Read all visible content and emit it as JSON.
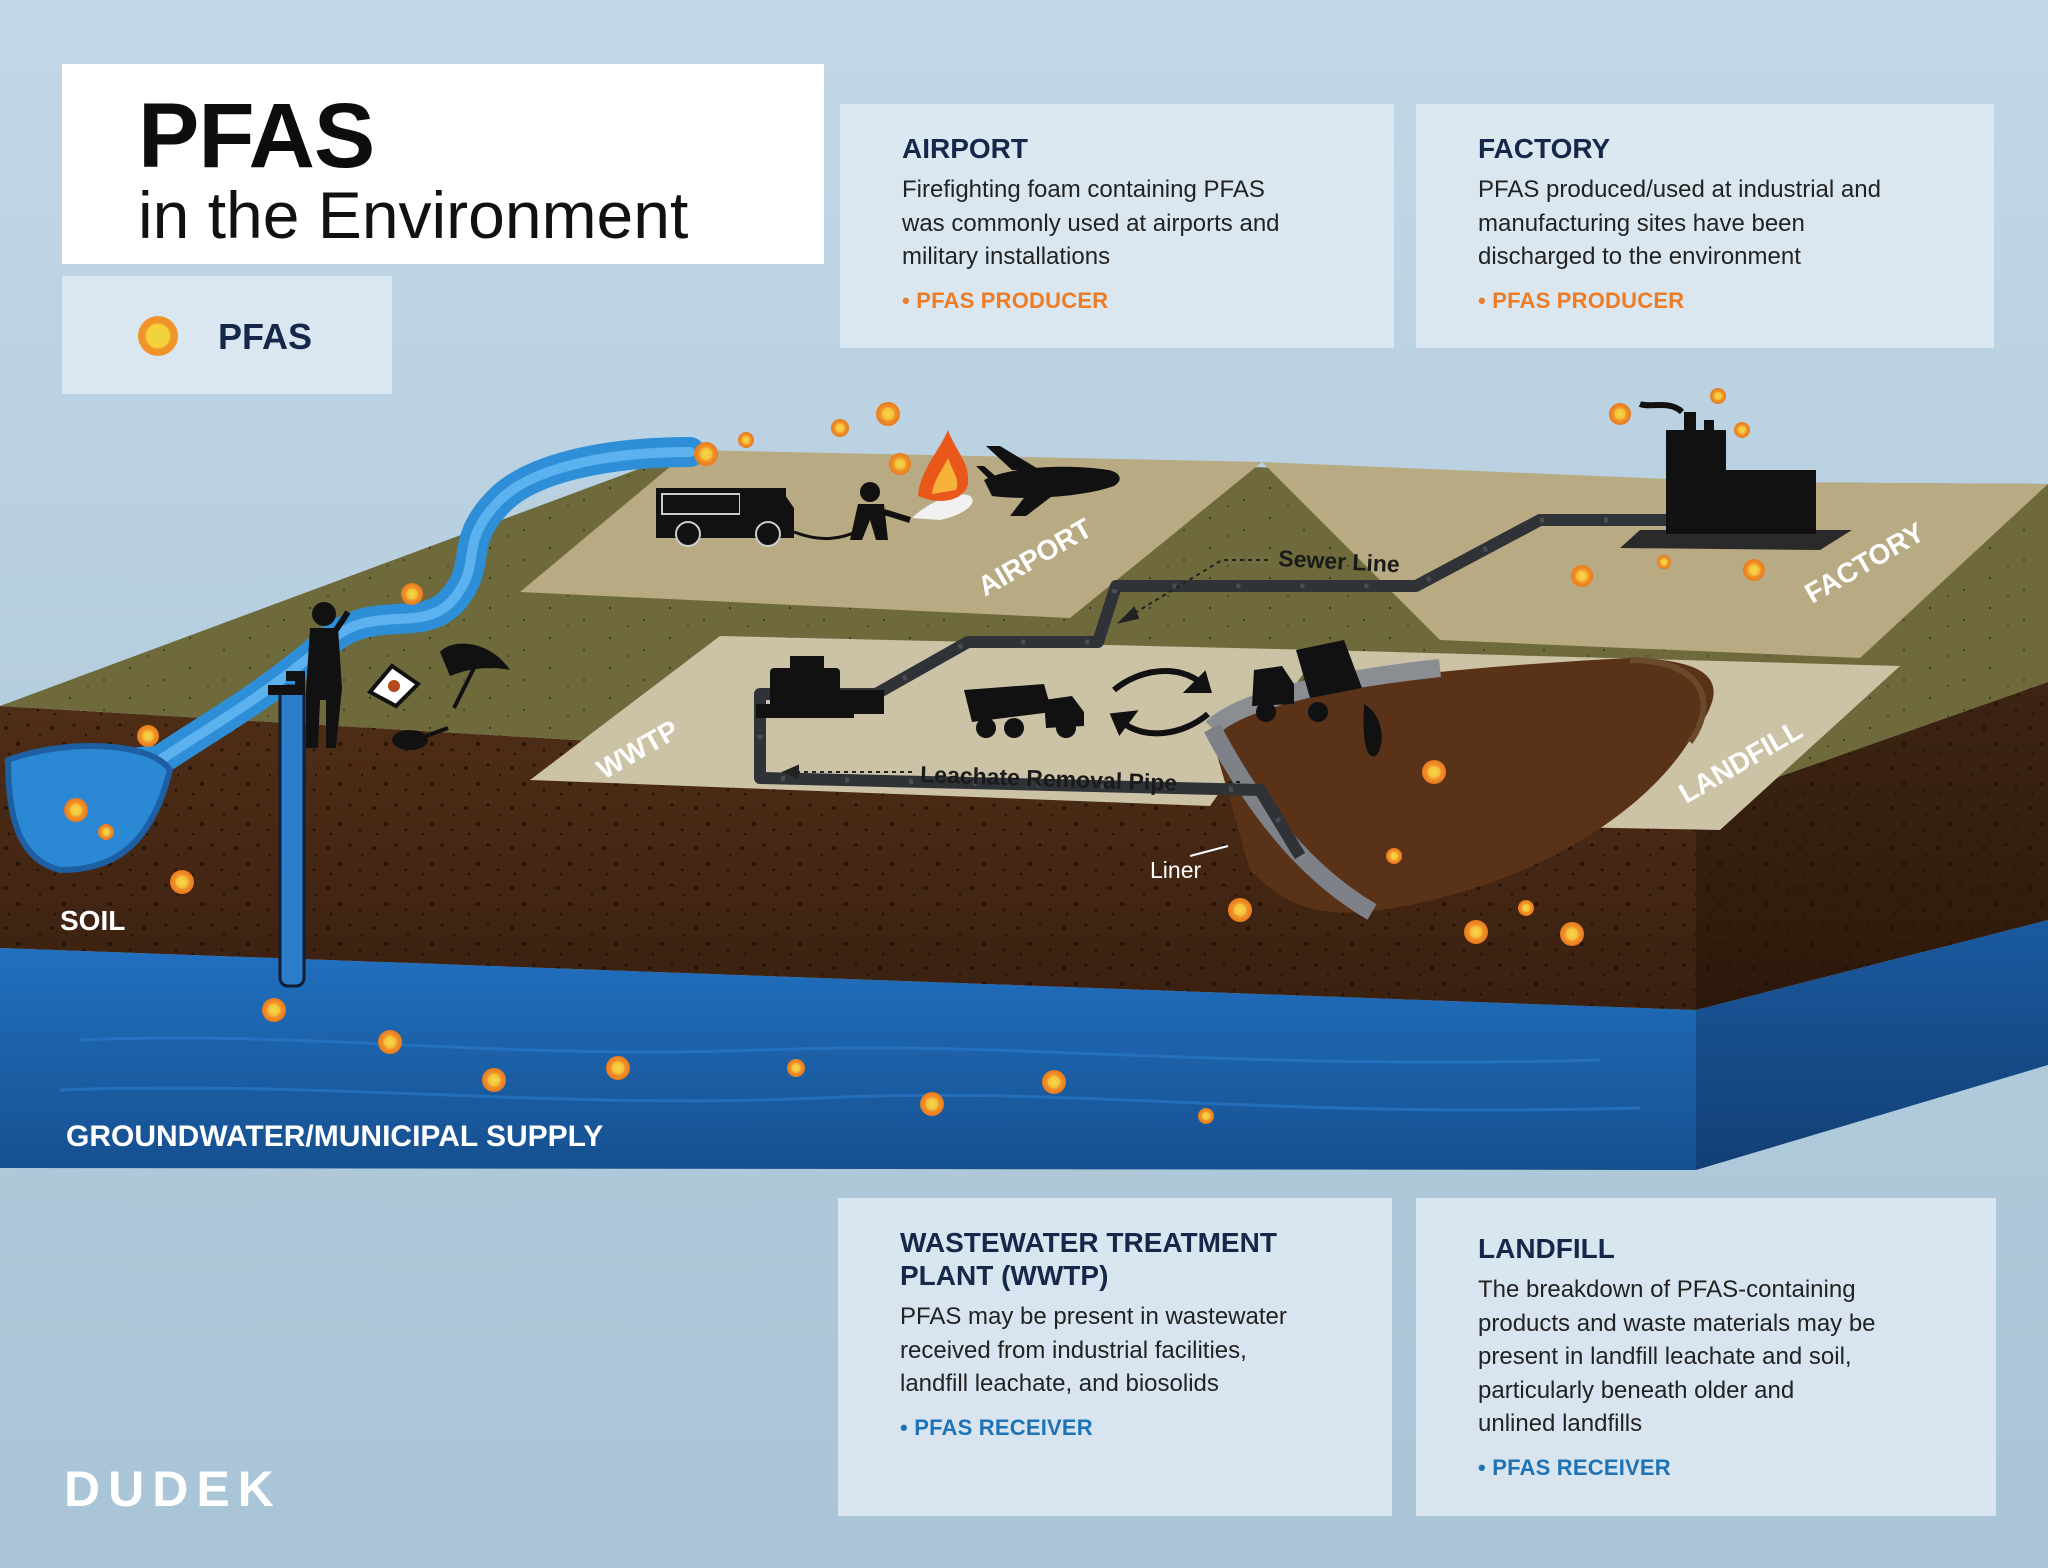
{
  "title": {
    "main": "PFAS",
    "sub": "in the Environment"
  },
  "legend": {
    "label": "PFAS",
    "dot_color": "#f0932a"
  },
  "cards": {
    "airport": {
      "heading": "AIRPORT",
      "body": [
        "Firefighting foam containing PFAS",
        "was commonly used at airports and",
        "military installations"
      ],
      "tag": "• PFAS PRODUCER"
    },
    "factory": {
      "heading": "FACTORY",
      "body": [
        "PFAS produced/used at industrial and",
        "manufacturing sites have been",
        "discharged to the environment"
      ],
      "tag": "• PFAS PRODUCER"
    },
    "wwtp": {
      "heading": [
        "WASTEWATER TREATMENT",
        "PLANT (WWTP)"
      ],
      "body": [
        "PFAS may be present in wastewater",
        "received from industrial facilities,",
        "landfill leachate, and biosolids"
      ],
      "tag": "• PFAS RECEIVER"
    },
    "landfill": {
      "heading": "LANDFILL",
      "body": [
        "The breakdown of PFAS-containing",
        "products and waste materials may be",
        "present in landfill leachate and soil,",
        "particularly beneath older and",
        "unlined landfills"
      ],
      "tag": "• PFAS RECEIVER"
    }
  },
  "diagram": {
    "zones": {
      "airport": "AIRPORT",
      "factory": "FACTORY",
      "wwtp": "WWTP",
      "landfill": "LANDFILL"
    },
    "pipes": {
      "sewer": "Sewer Line",
      "leachate": "Leachate Removal Pipe",
      "liner": "Liner"
    },
    "layers": {
      "soil": "SOIL",
      "groundwater": "GROUNDWATER/MUNICIPAL SUPPLY"
    }
  },
  "colors": {
    "pfas": "#f0932a",
    "navy": "#15284a",
    "producer": "#ef7b22",
    "receiver": "#1d73b5",
    "water": "#1f64b0",
    "soil": "#4b2a15"
  },
  "brand": "DUDEK"
}
